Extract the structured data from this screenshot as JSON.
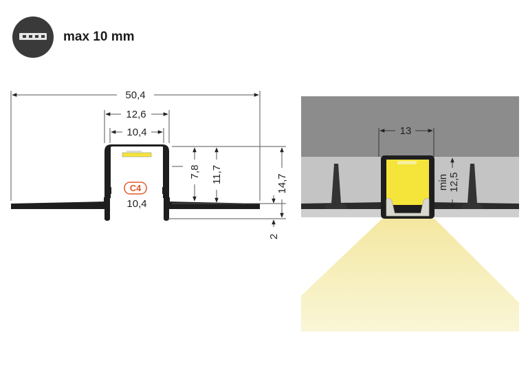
{
  "strip_badge": {
    "icon": "led-strip-icon",
    "label": "max 10 mm"
  },
  "drawing": {
    "dimensions": {
      "overall_width": "50,4",
      "outer_width": "12,6",
      "inner_width_top": "10,4",
      "inner_width_bottom": "10,4",
      "strip_depth": "7,8",
      "inner_depth": "11,7",
      "total_height": "14,7",
      "flange_thickness": "2"
    },
    "cover_code": "C4"
  },
  "installation": {
    "cutout_width": "13",
    "min_label": "min",
    "min_depth": "12,5"
  },
  "colors": {
    "profile": "#1e1e1e",
    "ceiling": "#8c8c8c",
    "plaster": "#c4c4c4",
    "led": "#f5e43a",
    "light": "#f6efba",
    "cover_code": "#e05a2a"
  }
}
